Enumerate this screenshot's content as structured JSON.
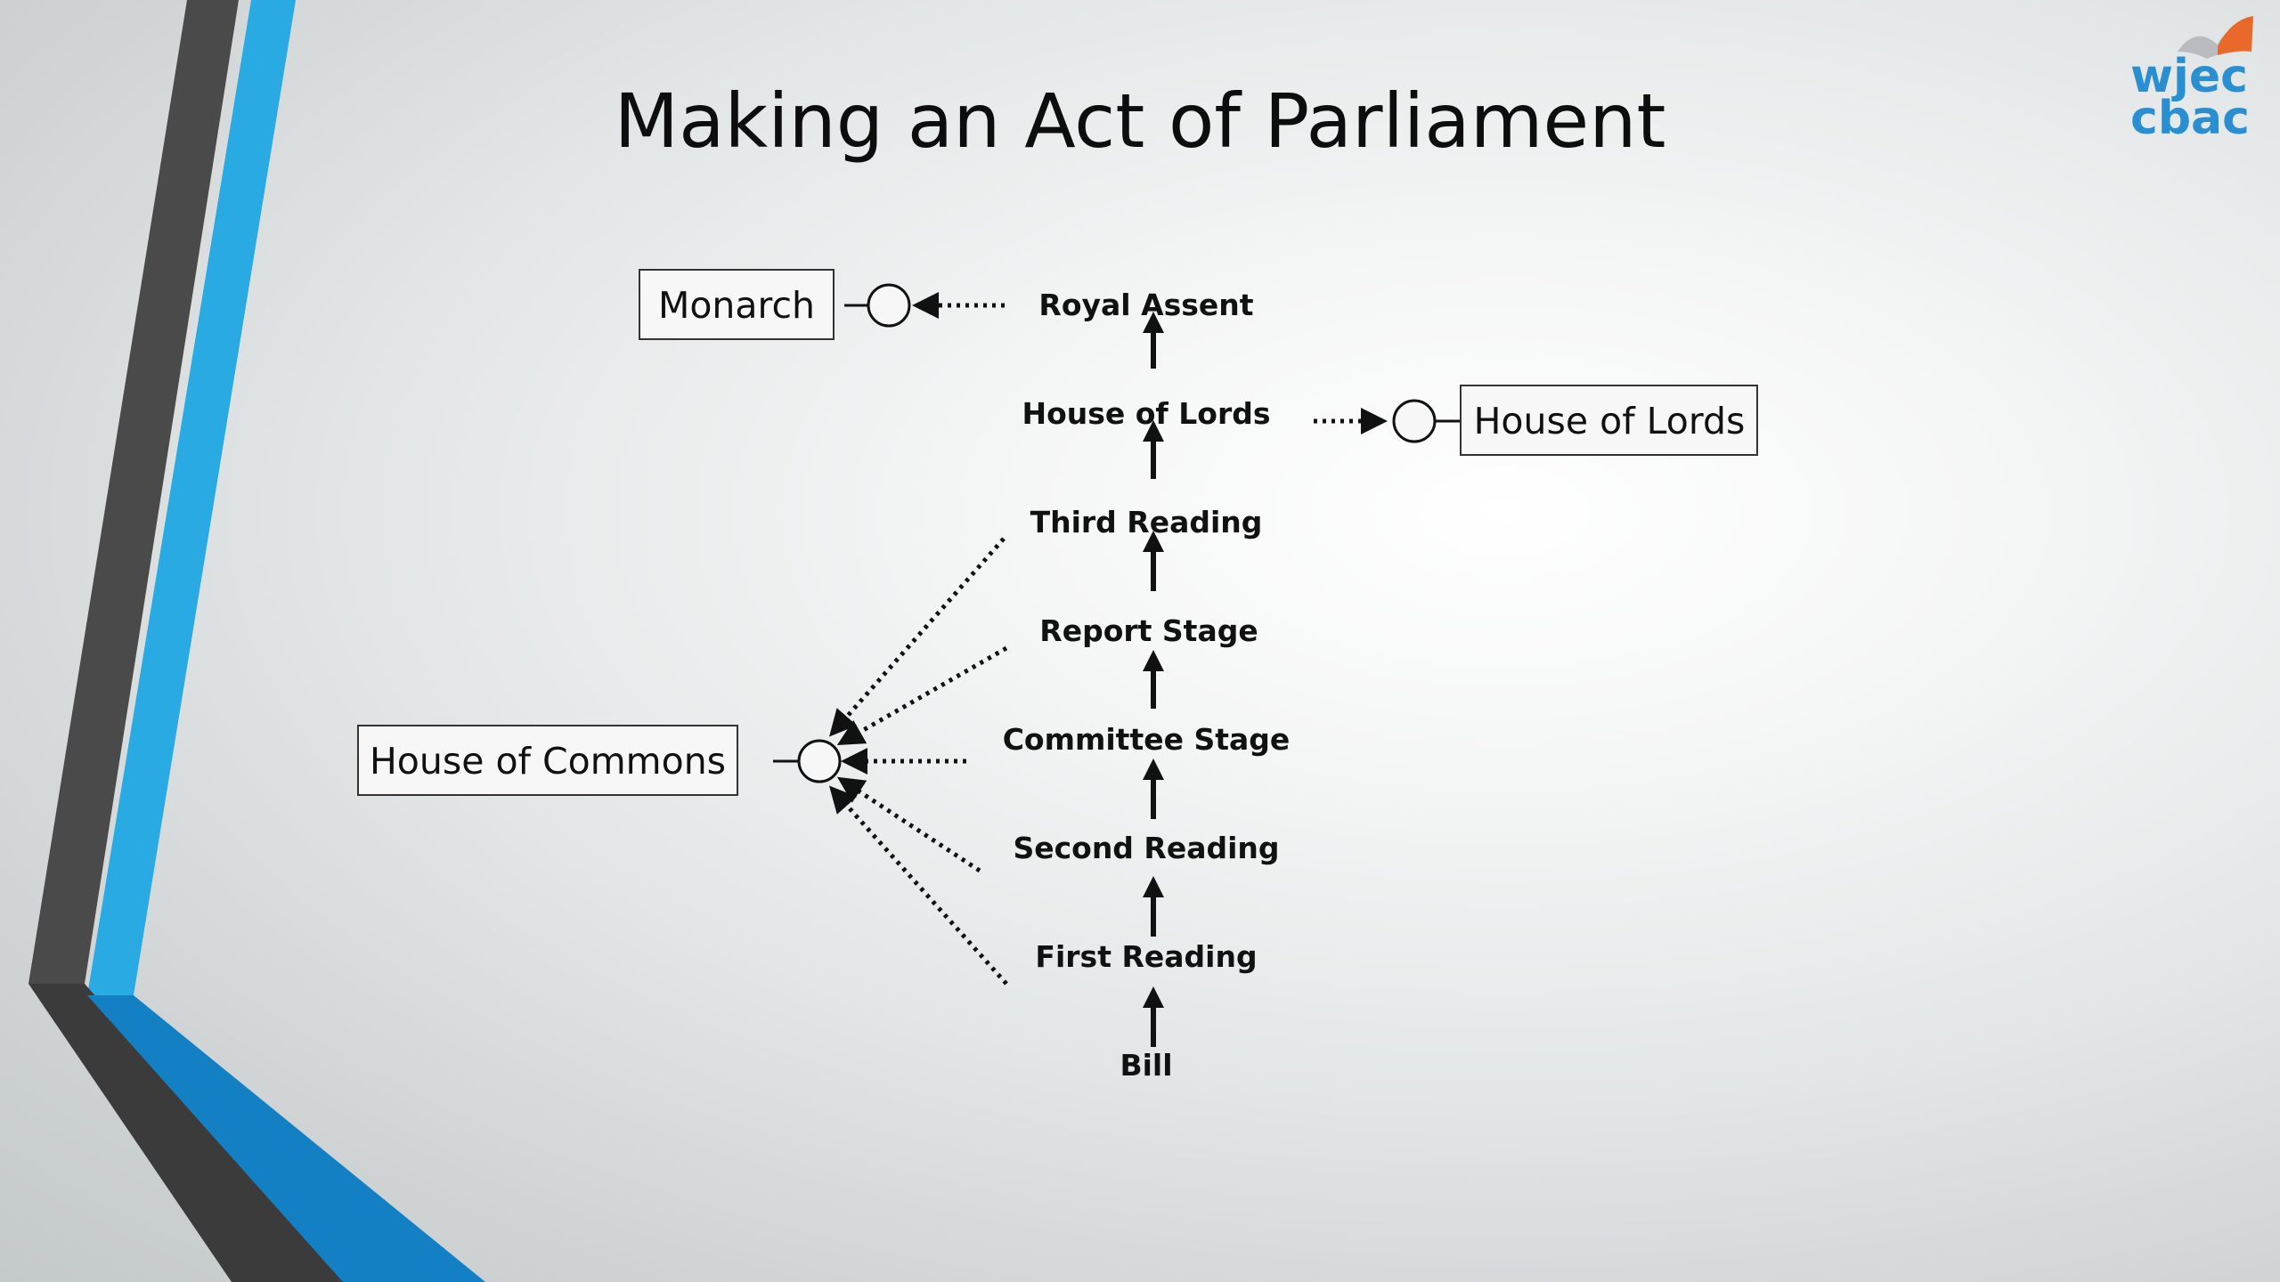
{
  "slide": {
    "title": "Making an Act of Parliament",
    "logo": {
      "line1": "wjec",
      "line2": "cbac",
      "icon": "open-book-icon"
    }
  },
  "stages": [
    "Royal Assent",
    "House of Lords",
    "Third Reading",
    "Report Stage",
    "Committee Stage",
    "Second Reading",
    "First Reading",
    "Bill"
  ],
  "bodies": {
    "monarch": "Monarch",
    "lords": "House of Lords",
    "commons": "House of Commons"
  },
  "colors": {
    "accent_blue": "#29aae2",
    "deep_blue": "#1380c4",
    "dark_gray": "#444444",
    "text": "#111111",
    "logo": "#2a8fd0",
    "logo_accent": "#e8692a"
  }
}
